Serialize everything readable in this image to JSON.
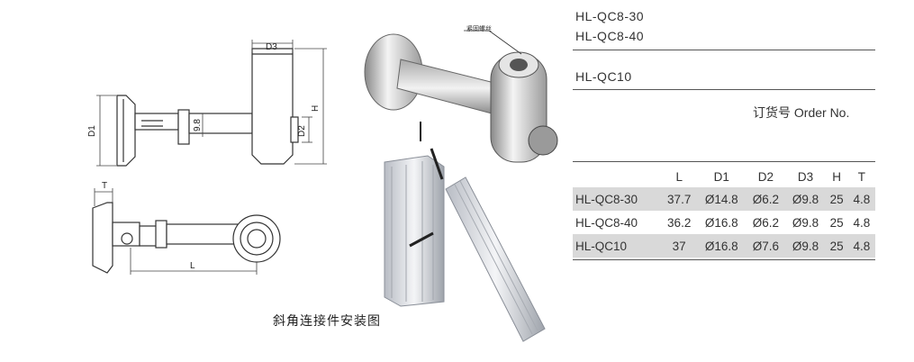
{
  "models_group1": [
    "HL-QC8-30",
    "HL-QC8-40"
  ],
  "models_group2": [
    "HL-QC10"
  ],
  "order_label": "订货号 Order No.",
  "install_caption": "斜角连接件安装图",
  "callout_label": "紧固螺丝",
  "dimensions": {
    "D3": "D3",
    "D1": "D1",
    "H": "H",
    "D2": "D2",
    "h98": "9.8",
    "T": "T",
    "L": "L"
  },
  "table": {
    "headers": [
      "",
      "L",
      "D1",
      "D2",
      "D3",
      "H",
      "T"
    ],
    "rows": [
      [
        "HL-QC8-30",
        "37.7",
        "Ø14.8",
        "Ø6.2",
        "Ø9.8",
        "25",
        "4.8"
      ],
      [
        "HL-QC8-40",
        "36.2",
        "Ø16.8",
        "Ø6.2",
        "Ø9.8",
        "25",
        "4.8"
      ],
      [
        "HL-QC10",
        "37",
        "Ø16.8",
        "Ø7.6",
        "Ø9.8",
        "25",
        "4.8"
      ]
    ]
  }
}
